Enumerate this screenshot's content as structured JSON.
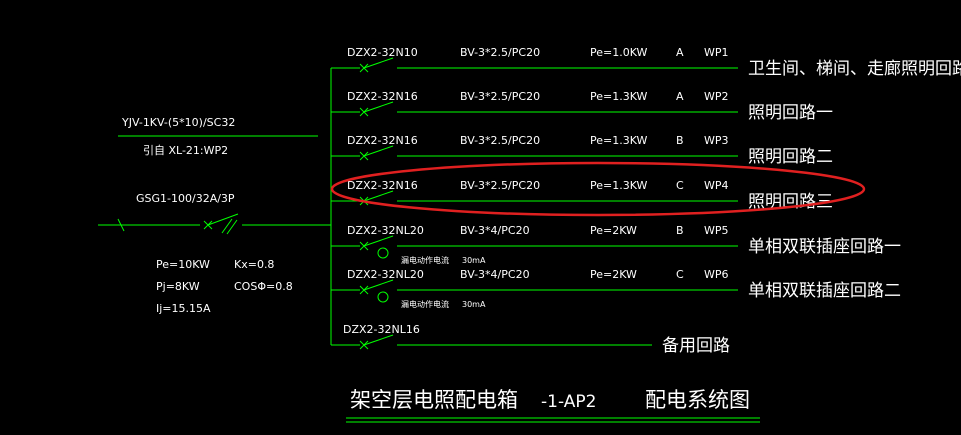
{
  "incoming": {
    "cable": "YJV-1KV-(5*10)/SC32",
    "source": "引自  XL-21:WP2",
    "breaker": "GSG1-100/32A/3P",
    "pe": "Pe=10KW",
    "kx": "Kx=0.8",
    "pj": "Pj=8KW",
    "cos": "COSΦ=0.8",
    "ij": "Ij=15.15A"
  },
  "circuits": [
    {
      "breaker": "DZX2-32N10",
      "cable": "BV-3*2.5/PC20",
      "pe": "Pe=1.0KW",
      "phase": "A",
      "wp": "WP1",
      "desc": "卫生间、梯间、走廊照明回路"
    },
    {
      "breaker": "DZX2-32N16",
      "cable": "BV-3*2.5/PC20",
      "pe": "Pe=1.3KW",
      "phase": "A",
      "wp": "WP2",
      "desc": "照明回路一"
    },
    {
      "breaker": "DZX2-32N16",
      "cable": "BV-3*2.5/PC20",
      "pe": "Pe=1.3KW",
      "phase": "B",
      "wp": "WP3",
      "desc": "照明回路二"
    },
    {
      "breaker": "DZX2-32N16",
      "cable": "BV-3*2.5/PC20",
      "pe": "Pe=1.3KW",
      "phase": "C",
      "wp": "WP4",
      "desc": "照明回路三"
    },
    {
      "breaker": "DZX2-32NL20",
      "cable": "BV-3*4/PC20",
      "pe": "Pe=2KW",
      "phase": "B",
      "wp": "WP5",
      "desc": "单相双联插座回路一",
      "leak": "漏电动作电流",
      "leak_value": "30mA"
    },
    {
      "breaker": "DZX2-32NL20",
      "cable": "BV-3*4/PC20",
      "pe": "Pe=2KW",
      "phase": "C",
      "wp": "WP6",
      "desc": "单相双联插座回路二",
      "leak": "漏电动作电流",
      "leak_value": "30mA"
    },
    {
      "breaker": "DZX2-32NL16",
      "cable": "",
      "pe": "",
      "phase": "",
      "wp": "",
      "desc": "备用回路"
    }
  ],
  "title": {
    "name": "架空层电照配电箱",
    "code": "-1-AP2",
    "suffix": "配电系统图"
  },
  "colors": {
    "background": "#000000",
    "wire": "#00ff00",
    "text": "#ffffff",
    "highlight": "#e02020"
  }
}
